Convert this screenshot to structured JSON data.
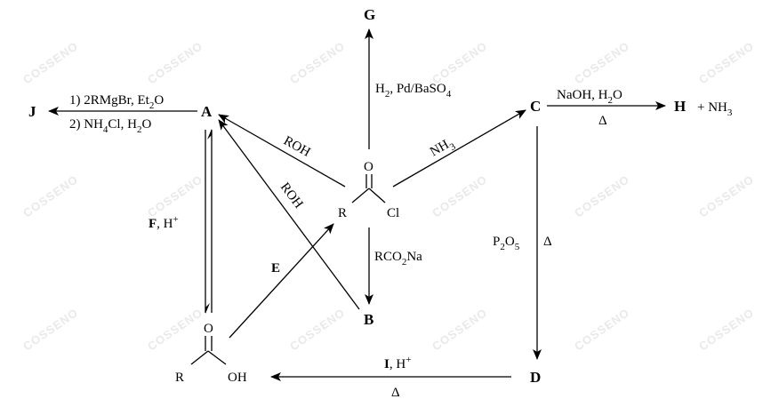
{
  "watermark": "COSSENO",
  "nodes": {
    "A": "A",
    "B": "B",
    "C": "C",
    "D": "D",
    "G": "G",
    "H": "H",
    "J": "J",
    "H_plus": "+ NH",
    "H_plus_sub": "3"
  },
  "acyl_chloride": {
    "O": "O",
    "R": "R",
    "Cl": "Cl"
  },
  "acid": {
    "O": "O",
    "R": "R",
    "OH": "OH"
  },
  "reagents": {
    "to_G": {
      "t1": "H",
      "s1": "2",
      "t2": ", Pd/BaSO",
      "s2": "4"
    },
    "to_J_top": {
      "t1": "1) 2RMgBr, Et",
      "s1": "2",
      "t2": "O"
    },
    "to_J_bottom": {
      "t1": "2) NH",
      "s1": "4",
      "t2": "Cl, H",
      "s2": "2",
      "t3": "O"
    },
    "to_A_1": "ROH",
    "to_A_2": "ROH",
    "to_C": {
      "t1": "NH",
      "s1": "3"
    },
    "C_to_H_top": {
      "t1": "NaOH, H",
      "s1": "2",
      "t2": "O"
    },
    "C_to_H_bottom": "Δ",
    "C_to_D_left": {
      "t1": "P",
      "s1": "2",
      "t2": "O",
      "s2": "5"
    },
    "C_to_D_right": "Δ",
    "to_B": {
      "t1": "RCO",
      "s1": "2",
      "t2": "Na"
    },
    "A_acid": {
      "t1": "F",
      "t2": ", H",
      "sup": "+"
    },
    "E": "E",
    "D_to_acid_top": {
      "t1": "I",
      "t2": ", H",
      "sup": "+"
    },
    "D_to_acid_bottom": "Δ"
  }
}
